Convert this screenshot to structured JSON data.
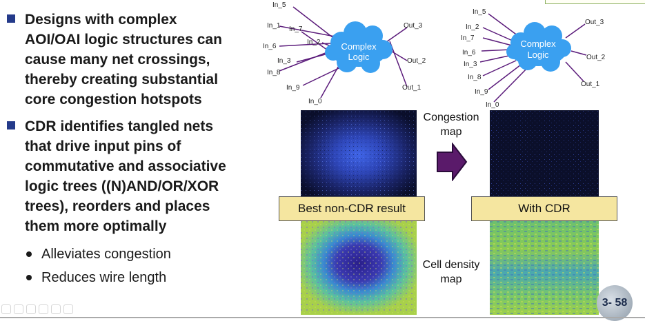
{
  "bullets": [
    {
      "lines": [
        "Designs with complex",
        "AOI/OAI logic structures can",
        "cause many net crossings,",
        "thereby creating substantial",
        "core congestion hotspots"
      ]
    },
    {
      "lines": [
        "CDR identifies tangled nets",
        "that drive input pins of",
        "commutative and associative",
        "logic trees ((N)AND/OR/XOR",
        "trees), reorders and places",
        "them more optimally"
      ],
      "subs": [
        "Alleviates congestion",
        "Reduces wire length"
      ]
    }
  ],
  "diagram_left": {
    "cloud_label_1": "Complex",
    "cloud_label_2": "Logic",
    "inputs": [
      "In_5",
      "In_1",
      "In_7",
      "In_6",
      "In_2",
      "In_3",
      "In_8",
      "In_9",
      "In_0"
    ],
    "outputs": [
      "Out_3",
      "Out_2",
      "Out_1"
    ]
  },
  "diagram_right": {
    "cloud_label_1": "Complex",
    "cloud_label_2": "Logic",
    "inputs": [
      "In_5",
      "In_2",
      "In_7",
      "In_6",
      "In_3",
      "In_8",
      "In_9",
      "In_0"
    ],
    "outputs": [
      "Out_3",
      "Out_2",
      "Out_1"
    ]
  },
  "captions": {
    "left": "Best non-CDR result",
    "right": "With CDR"
  },
  "map_labels": {
    "congestion_1": "Congestion",
    "congestion_2": "map",
    "density_1": "Cell density",
    "density_2": "map"
  },
  "page_number": "3- 58",
  "colors": {
    "bullet_square": "#243a8a",
    "cloud": "#3aa0f0",
    "wire": "#5a1a7a",
    "arrow": "#5a1a6a",
    "caption_bg": "#f5e6a0"
  }
}
